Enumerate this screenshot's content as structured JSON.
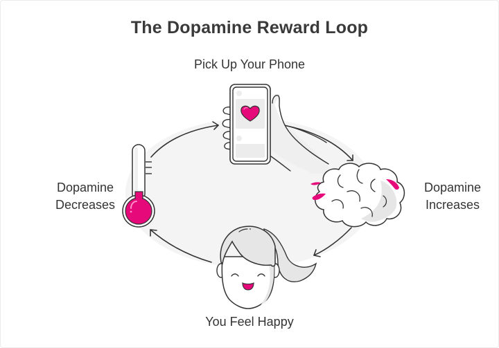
{
  "diagram": {
    "title": "The Dopamine Reward Loop",
    "type": "cycle",
    "direction": "clockwise",
    "stages": [
      {
        "id": "pick-up-phone",
        "label": "Pick Up Your Phone",
        "position": "top",
        "icon": "hand-holding-phone-with-heart"
      },
      {
        "id": "dopamine-increases",
        "label_line1": "Dopamine",
        "label_line2": "Increases",
        "position": "right",
        "icon": "brain-with-pink-drops"
      },
      {
        "id": "you-feel-happy",
        "label": "You Feel Happy",
        "position": "bottom",
        "icon": "smiling-girl-face"
      },
      {
        "id": "dopamine-decreases",
        "label_line1": "Dopamine",
        "label_line2": "Decreases",
        "position": "left",
        "icon": "thermometer-low"
      }
    ],
    "edges": [
      {
        "from": "dopamine-decreases",
        "to": "pick-up-phone"
      },
      {
        "from": "pick-up-phone",
        "to": "dopamine-increases"
      },
      {
        "from": "dopamine-increases",
        "to": "you-feel-happy"
      },
      {
        "from": "you-feel-happy",
        "to": "dopamine-decreases"
      }
    ],
    "colors": {
      "accent": "#e6097a",
      "line": "#333333",
      "loop_fill": "#f4f4f4",
      "shade": "#e6e6e6",
      "text": "#333333"
    }
  }
}
